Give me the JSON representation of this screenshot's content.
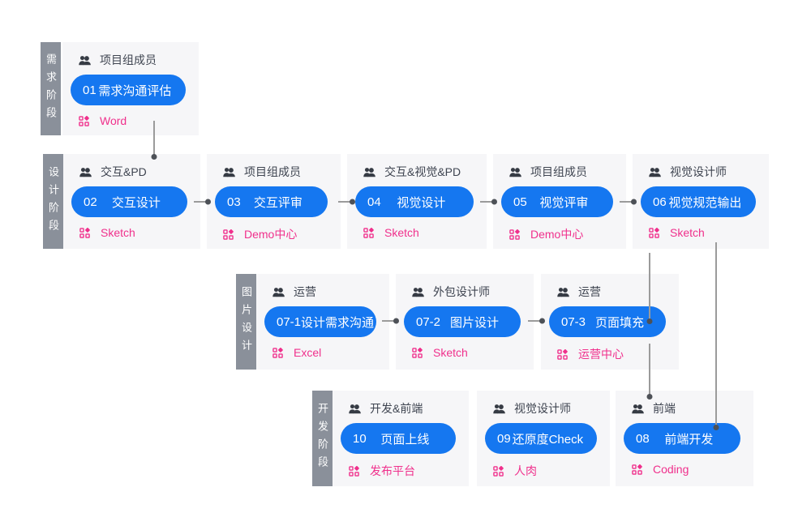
{
  "diagram": {
    "rows": [
      {
        "label": "需求阶段",
        "cards": [
          {
            "role": "项目组成员",
            "num": "01",
            "title": "需求沟通评估",
            "tool": "Word"
          }
        ]
      },
      {
        "label": "设计阶段",
        "cards": [
          {
            "role": "交互&PD",
            "num": "02",
            "title": "交互设计",
            "tool": "Sketch"
          },
          {
            "role": "项目组成员",
            "num": "03",
            "title": "交互评审",
            "tool": "Demo中心"
          },
          {
            "role": "交互&视觉&PD",
            "num": "04",
            "title": "视觉设计",
            "tool": "Sketch"
          },
          {
            "role": "项目组成员",
            "num": "05",
            "title": "视觉评审",
            "tool": "Demo中心"
          },
          {
            "role": "视觉设计师",
            "num": "06",
            "title": "视觉规范输出",
            "tool": "Sketch"
          }
        ]
      },
      {
        "label": "图片设计",
        "cards": [
          {
            "role": "运营",
            "num": "07-1",
            "title": "设计需求沟通",
            "tool": "Excel"
          },
          {
            "role": "外包设计师",
            "num": "07-2",
            "title": "图片设计",
            "tool": "Sketch"
          },
          {
            "role": "运营",
            "num": "07-3",
            "title": "页面填充",
            "tool": "运营中心"
          }
        ]
      },
      {
        "label": "开发阶段",
        "cards": [
          {
            "role": "开发&前端",
            "num": "10",
            "title": "页面上线",
            "tool": "发布平台"
          },
          {
            "role": "视觉设计师",
            "num": "09",
            "title": "还原度Check",
            "tool": "人肉"
          },
          {
            "role": "前端",
            "num": "08",
            "title": "前端开发",
            "tool": "Coding"
          }
        ]
      }
    ],
    "icons": {
      "role": "team-icon",
      "tool": "appstore-grid-icon"
    },
    "colors": {
      "node_blue": "#1577f0",
      "accent_pink": "#f0308c",
      "phase_tab_gray": "#8a909a",
      "card_bg": "#f6f6f8",
      "role_text": "#3e4450",
      "connector_line": "#9b9b9b",
      "connector_dot": "#4d5157"
    }
  }
}
